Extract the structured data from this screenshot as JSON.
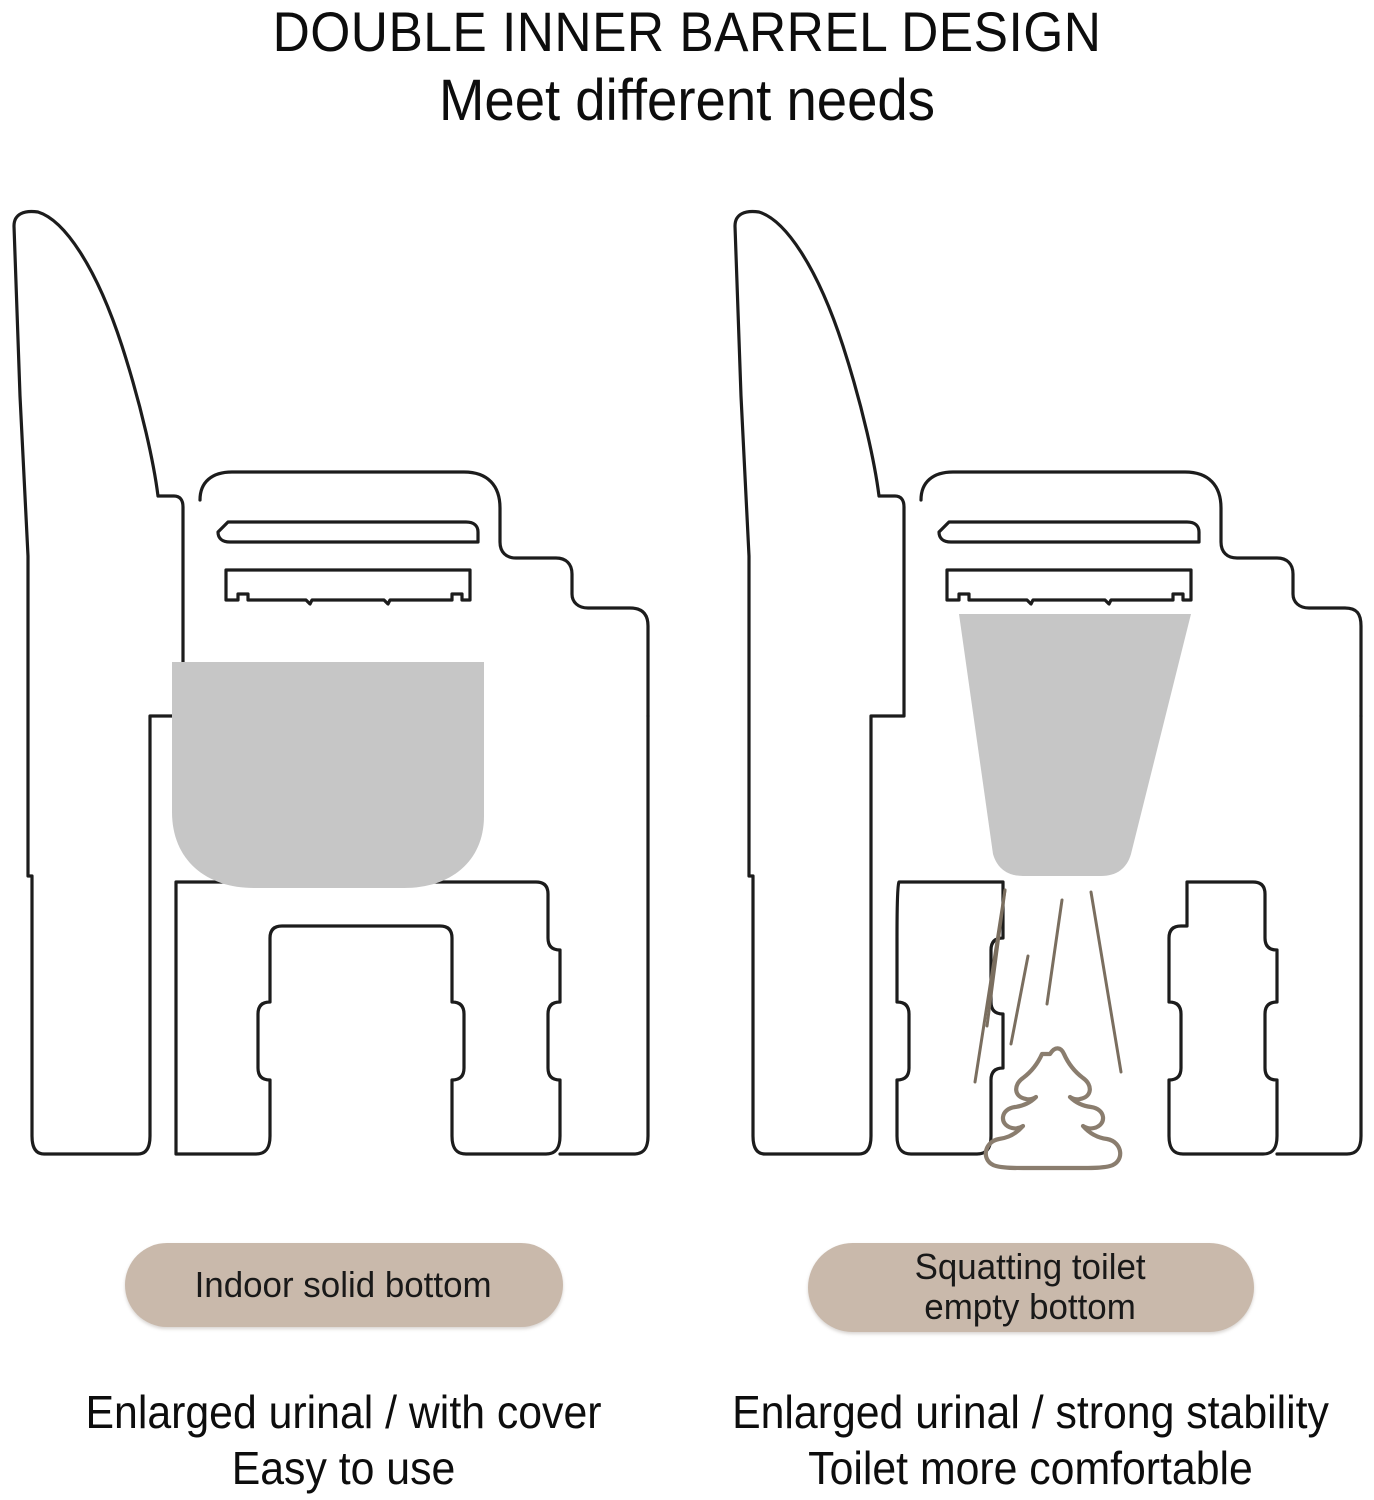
{
  "header": {
    "title": "DOUBLE INNER BARREL DESIGN",
    "subtitle": "Meet different needs"
  },
  "panels": [
    {
      "id": "indoor-solid-bottom",
      "pill": {
        "line1": "Indoor solid bottom",
        "line2": ""
      },
      "caption": {
        "line1": "Enlarged urinal / with cover",
        "line2": "Easy to use"
      },
      "diagram": {
        "name": "commode-chair-solid-bucket",
        "bucket_type": "solid-bottom-bucket",
        "has_motion_lines": false,
        "has_stool_icon": false
      }
    },
    {
      "id": "squatting-toilet-empty-bottom",
      "pill": {
        "line1": "Squatting toilet",
        "line2": "empty bottom"
      },
      "caption": {
        "line1": "Enlarged urinal / strong stability",
        "line2": "Toilet more comfortable"
      },
      "diagram": {
        "name": "commode-chair-open-funnel",
        "bucket_type": "open-bottom-funnel",
        "has_motion_lines": true,
        "has_stool_icon": true
      }
    }
  ],
  "colors": {
    "background": "#ffffff",
    "outline": "#1c1c1c",
    "bucket_gray": "#c6c6c6",
    "pill_taupe": "#c9b9ab",
    "motion_brown": "#7a6e5f",
    "stool_brown": "#8a7d6e",
    "text": "#0d0d0d"
  }
}
